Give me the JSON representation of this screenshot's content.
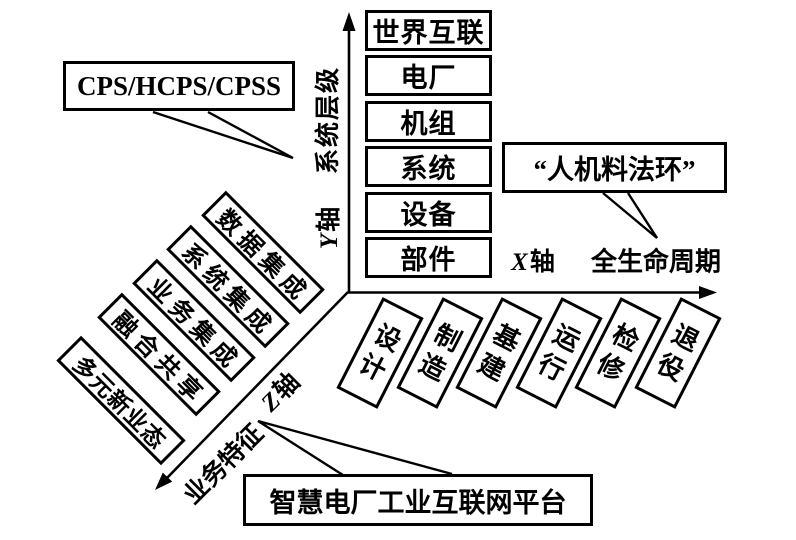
{
  "colors": {
    "ink": "#000000",
    "background": "#ffffff"
  },
  "y_axis": {
    "letter": "Y",
    "word": "轴",
    "title": "系统层级",
    "levels": [
      "世界互联",
      "电厂",
      "机组",
      "系统",
      "设备",
      "部件"
    ]
  },
  "x_axis": {
    "letter": "X",
    "word": "轴",
    "title": "全生命周期",
    "stages": [
      "设计",
      "制造",
      "基建",
      "运行",
      "检修",
      "退役"
    ]
  },
  "z_axis": {
    "letter": "Z",
    "word": "轴",
    "title": "业务特征",
    "features": [
      "数据集成",
      "系统集成",
      "业务集成",
      "融合共享",
      "多元新业态"
    ]
  },
  "callouts": {
    "cps": "CPS/HCPS/CPSS",
    "elements": "“人机料法环”",
    "platform": "智慧电厂工业互联网平台"
  }
}
